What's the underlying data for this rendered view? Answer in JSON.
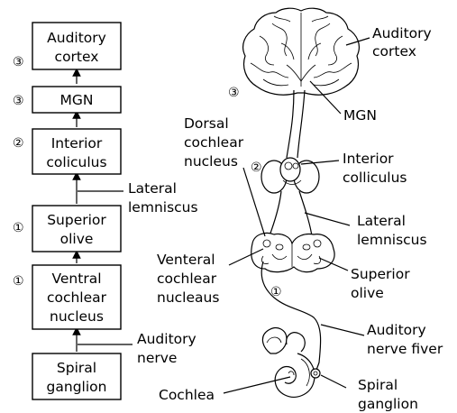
{
  "flowchart": {
    "boxes": [
      {
        "line1": "Auditory",
        "line2": "cortex",
        "marker": "③"
      },
      {
        "line1": "MGN",
        "line2": "",
        "marker": "③"
      },
      {
        "line1": "Interior",
        "line2": "coliculus",
        "marker": "②"
      },
      {
        "line1": "Superior",
        "line2": "olive",
        "marker": "①"
      },
      {
        "line1": "Ventral",
        "line2": "cochlear",
        "line3": "nucleus",
        "marker": "①"
      },
      {
        "line1": "Spiral",
        "line2": "ganglion",
        "marker": ""
      }
    ],
    "side_labels": {
      "lateral_lemniscus": [
        "Lateral",
        "lemniscus"
      ],
      "auditory_nerve": [
        "Auditory",
        "nerve"
      ]
    }
  },
  "anatomy": {
    "labels": {
      "auditory_cortex": [
        "Auditory",
        "cortex"
      ],
      "mgn": "MGN",
      "dorsal_cochlear_nucleus": [
        "Dorsal",
        "cochlear",
        "nucleus"
      ],
      "interior_colliculus": [
        "Interior",
        "colliculus"
      ],
      "lateral_lemniscus": [
        "Lateral",
        "lemniscus"
      ],
      "venteral_cochlear_nucleaus": [
        "Venteral",
        "cochlear",
        "nucleaus"
      ],
      "superior_olive": [
        "Superior",
        "olive"
      ],
      "auditory_nerve_fiver": [
        "Auditory",
        "nerve fiver"
      ],
      "cochlea": "Cochlea",
      "spiral_ganglion": [
        "Spiral",
        "ganglion"
      ]
    },
    "markers": {
      "cortex": "③",
      "colliculus": "②",
      "olive": "①"
    }
  }
}
